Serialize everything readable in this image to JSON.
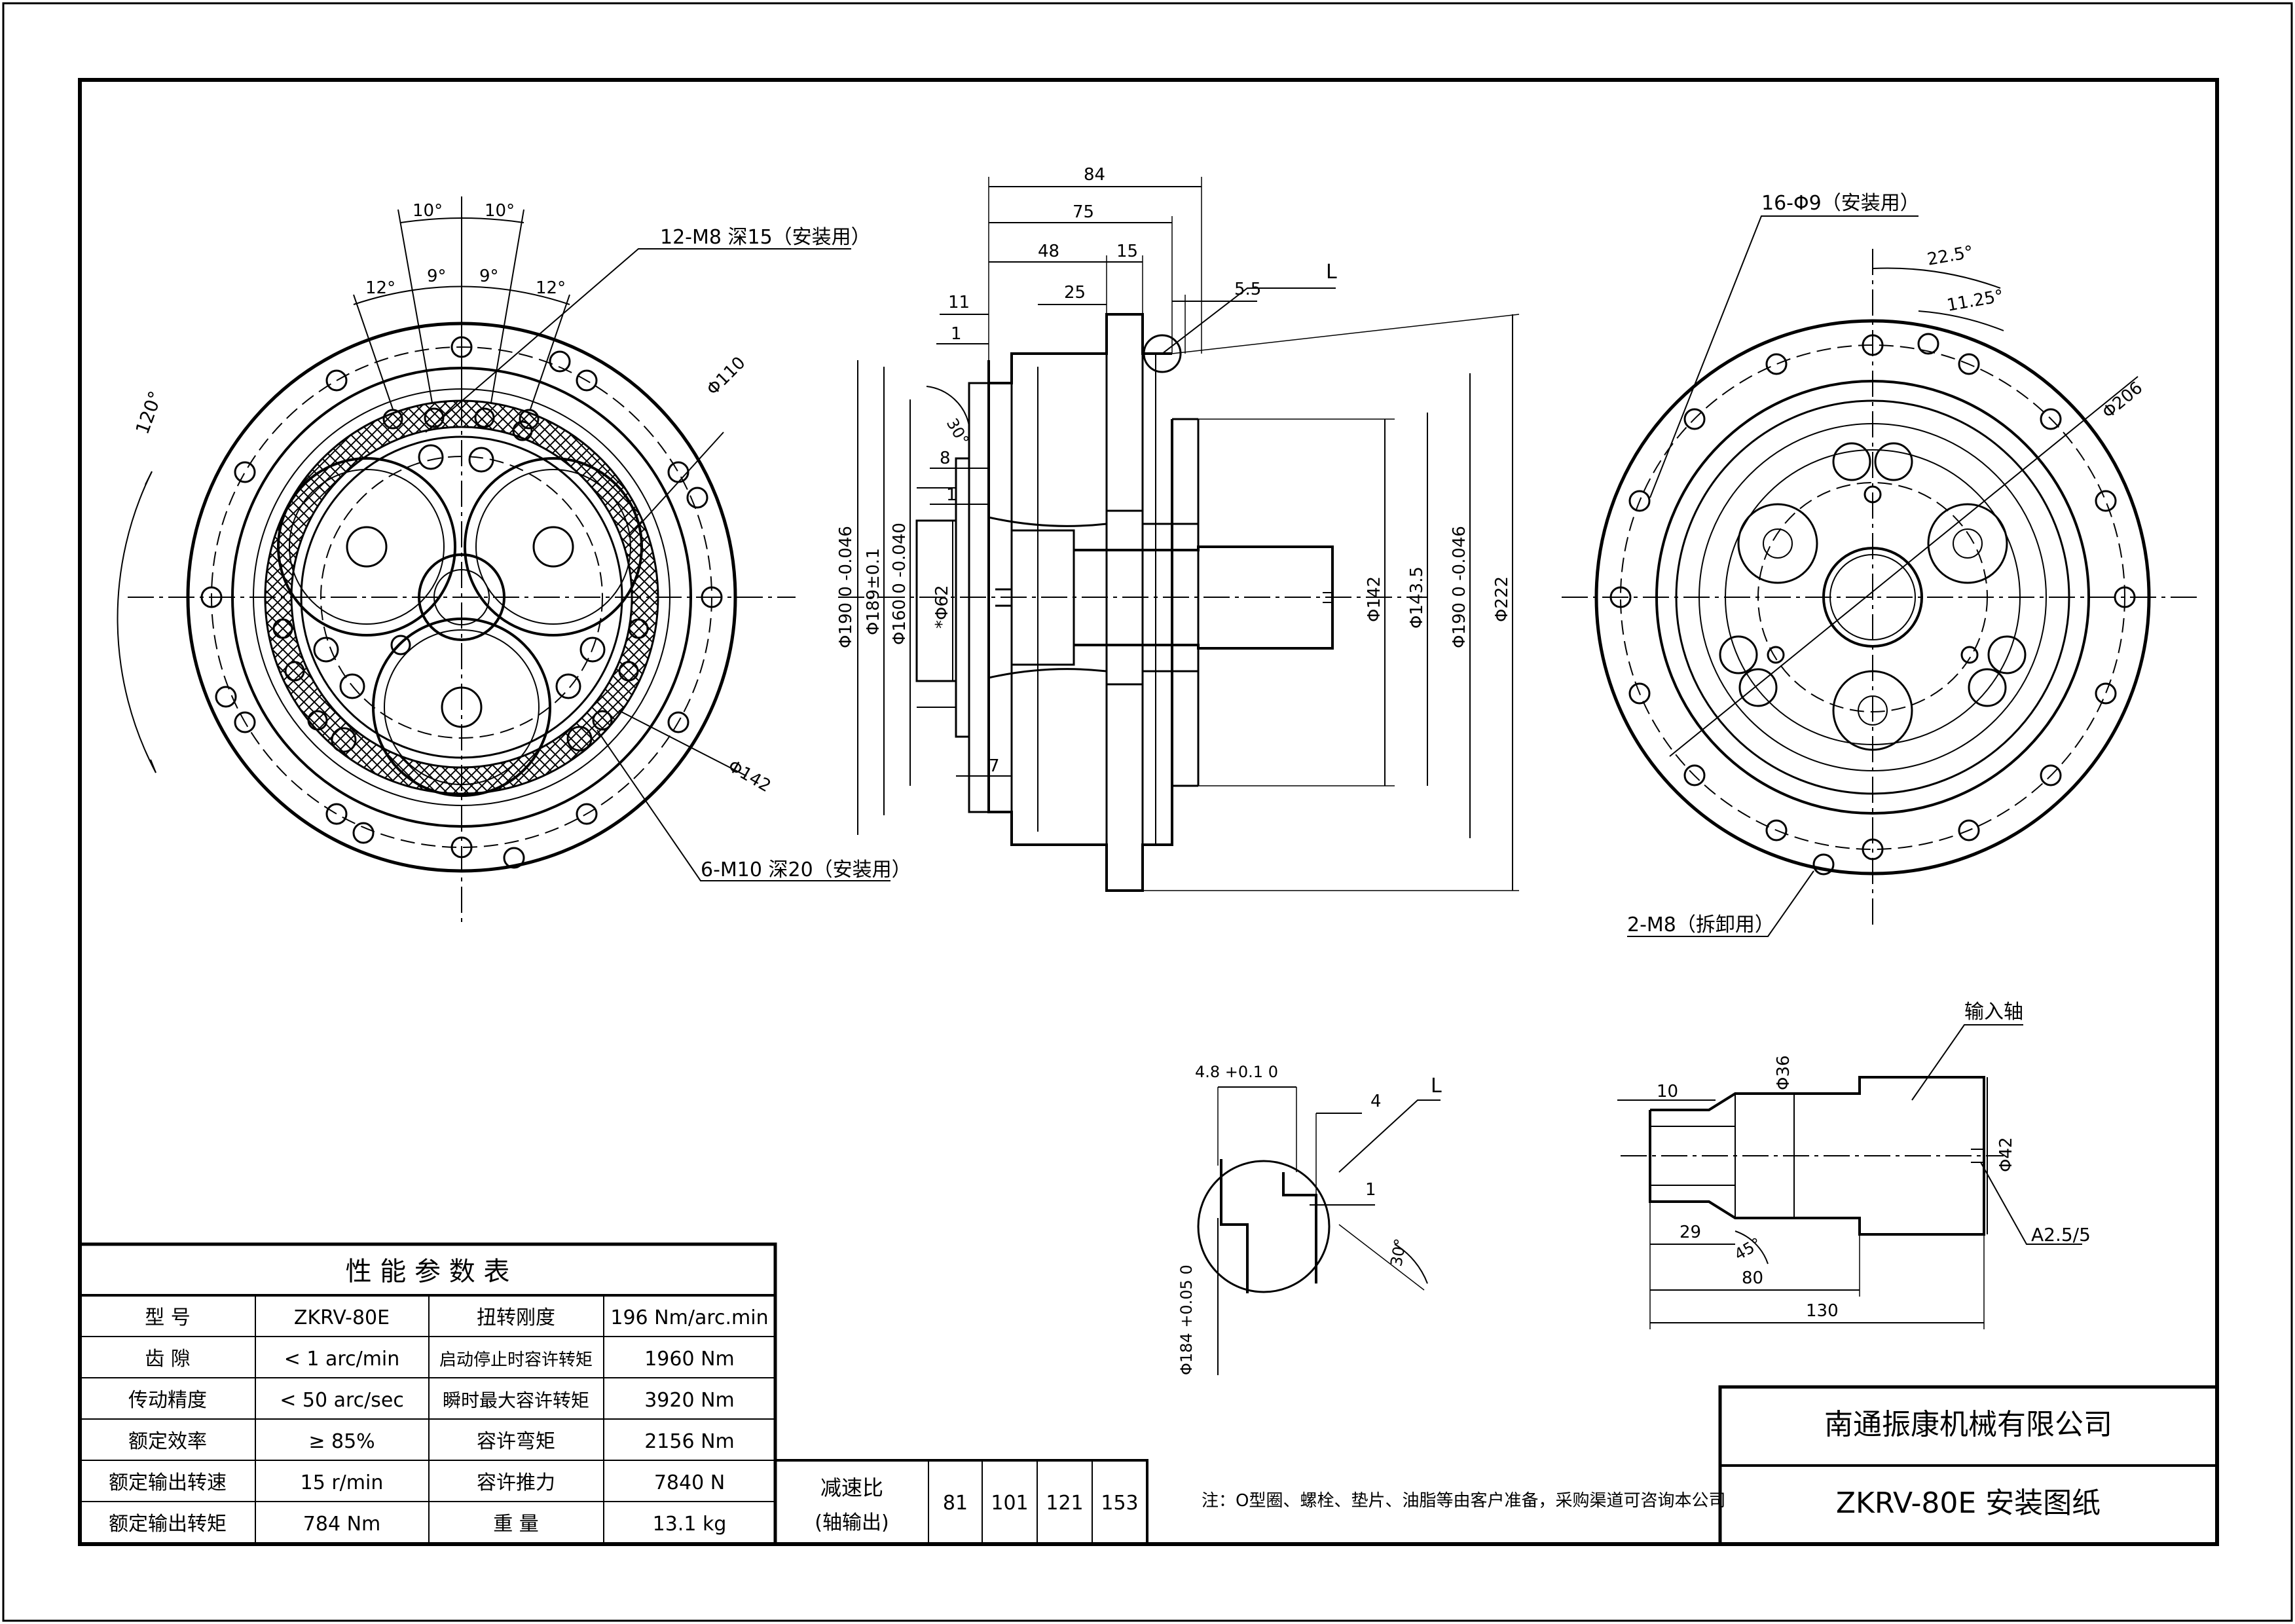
{
  "front_view": {
    "angle_10_left": "10°",
    "angle_10_right": "10°",
    "angle_12_left": "12°",
    "angle_9_left": "9°",
    "angle_9_right": "9°",
    "angle_12_right": "12°",
    "angle_120": "120°",
    "holes_m8_label": "12-M8 深15（安装用）",
    "phi110": "Φ110",
    "phi142": "Φ142",
    "holes_m10_label": "6-M10 深20（安装用）"
  },
  "section_view": {
    "dim_84": "84",
    "dim_75": "75",
    "dim_48": "48",
    "dim_15": "15",
    "dim_11": "11",
    "dim_25": "25",
    "dim_5_5": "5.5",
    "dim_1_top": "1",
    "dim_1_mid": "1",
    "dim_8": "8",
    "dim_7": "7",
    "angle_30": "30°",
    "detail_ref": "L",
    "phi190_left": "Φ190 0 -0.046",
    "phi189": "Φ189±0.1",
    "phi160": "Φ160 0 -0.040",
    "phi62": "*Φ62",
    "phi142": "Φ142",
    "phi143_5": "Φ143.5",
    "phi190_right": "Φ190 0 -0.046",
    "phi222": "Φ222"
  },
  "rear_view": {
    "holes_phi9_label": "16-Φ9（安装用）",
    "angle_22_5": "22.5°",
    "angle_11_25": "11.25°",
    "phi206": "Φ206",
    "holes_m8_label": "2-M8（拆卸用）"
  },
  "detail_view": {
    "dim_4_8": "4.8 +0.1 0",
    "dim_4": "4",
    "dim_1": "1",
    "angle_30": "30°",
    "detail_ref": "L",
    "phi184": "Φ184 +0.05 0"
  },
  "shaft_view": {
    "title": "输入轴",
    "dim_10": "10",
    "phi36": "Φ36",
    "phi42": "Φ42",
    "dim_29": "29",
    "angle_45": "45°",
    "dim_80": "80",
    "dim_130": "130",
    "center_hole": "A2.5/5"
  },
  "performance_table": {
    "title": "性 能 参 数 表",
    "rows": [
      {
        "label1": "型  号",
        "value1": "ZKRV-80E",
        "label2": "扭转刚度",
        "value2": "196 Nm/arc.min"
      },
      {
        "label1": "齿  隙",
        "value1": "< 1 arc/min",
        "label2": "启动停止时容许转矩",
        "value2": "1960 Nm"
      },
      {
        "label1": "传动精度",
        "value1": "< 50 arc/sec",
        "label2": "瞬时最大容许转矩",
        "value2": "3920 Nm"
      },
      {
        "label1": "额定效率",
        "value1": "≥ 85%",
        "label2": "容许弯矩",
        "value2": "2156 Nm"
      },
      {
        "label1": "额定输出转速",
        "value1": "15 r/min",
        "label2": "容许推力",
        "value2": "7840 N"
      },
      {
        "label1": "额定输出转矩",
        "value1": "784 Nm",
        "label2": "重  量",
        "value2": "13.1 kg"
      }
    ]
  },
  "ratio_table": {
    "label_line1": "减速比",
    "label_line2": "(轴输出)",
    "values": [
      "81",
      "101",
      "121",
      "153"
    ]
  },
  "note": "注：O型圈、螺栓、垫片、油脂等由客户准备，采购渠道可咨询本公司",
  "title_block": {
    "company": "南通振康机械有限公司",
    "drawing_title": "ZKRV-80E 安装图纸"
  }
}
